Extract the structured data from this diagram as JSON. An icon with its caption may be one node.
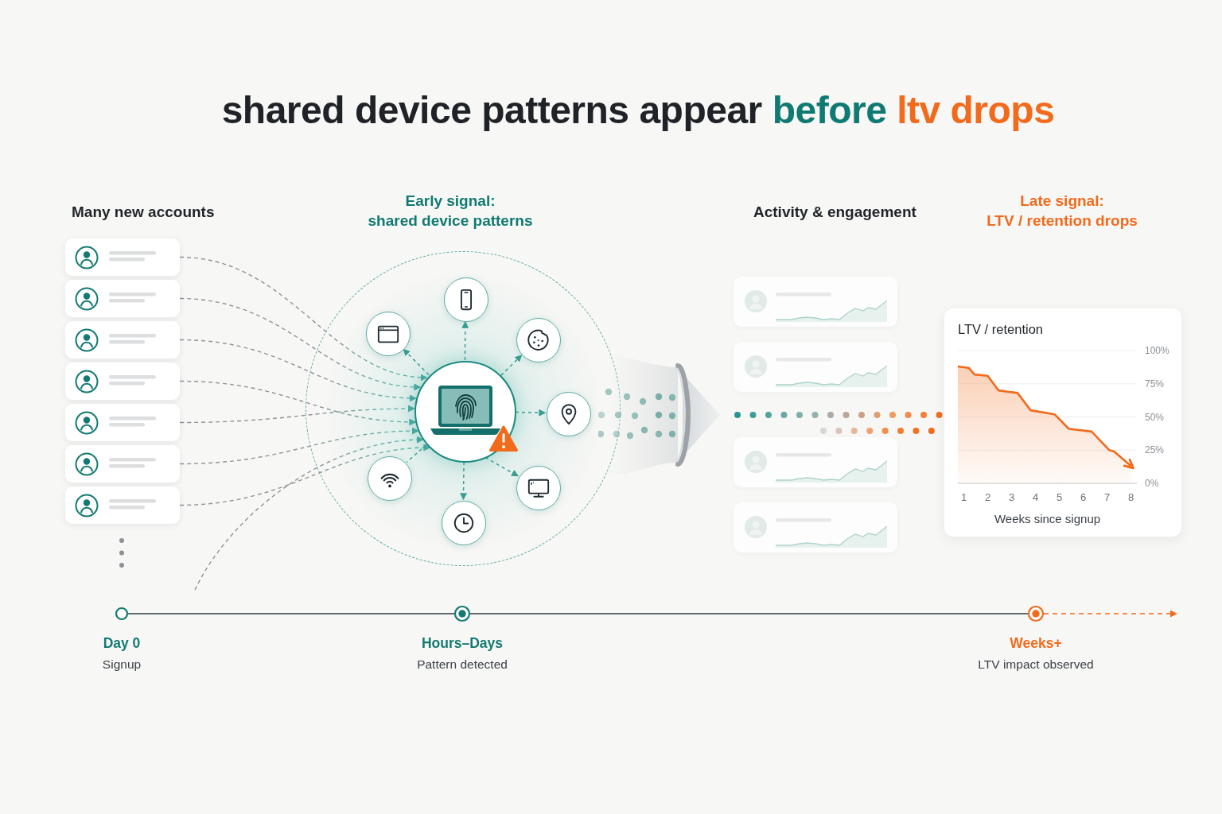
{
  "diagram": {
    "title": "shared device patterns appear before ltv drops",
    "nodes": [
      {
        "text": [],
        "shape": "box"
      },
      {
        "text": [],
        "shape": "box"
      },
      {
        "text": [],
        "shape": "box"
      },
      {
        "text": [],
        "shape": "box"
      },
      {
        "text": [],
        "shape": "box"
      },
      {
        "text": [],
        "shape": "box"
      },
      {
        "text": [],
        "shape": "box"
      },
      {
        "text": [],
        "shape": "circle"
      },
      {
        "text": [],
        "shape": "circle",
        "in": 7
      },
      {
        "text": [],
        "shape": "circle",
        "in": 7
      },
      {
        "text": [],
        "shape": "circle",
        "in": 7
      },
      {
        "text": [],
        "shape": "circle",
        "in": 7
      },
      {
        "text": [],
        "shape": "circle",
        "in": 7
      },
      {
        "text": [],
        "shape": "circle",
        "in": 7
      },
      {
        "text": [],
        "shape": "circle",
        "in": 7
      },
      {
        "text": [],
        "shape": "circle",
        "in": 7
      },
      {
        "text": [],
        "shape": "funnel"
      },
      {
        "text": [],
        "shape": "box"
      },
      {
        "text": [],
        "shape": "box"
      },
      {
        "text": [],
        "shape": "box"
      },
      {
        "text": [],
        "shape": "box"
      },
      {
        "text": [
          "LTV / retention"
        ]
      },
      {
        "text": [],
        "shape": "circle",
        "beside": [
          "Day 0",
          "Signup"
        ]
      },
      {
        "text": [],
        "shape": "circle",
        "beside": [
          "Hours–Days",
          "Pattern detected"
        ]
      },
      {
        "text": [],
        "shape": "circle",
        "beside": [
          "Weeks+",
          "LTV impact observed"
        ]
      }
    ],
    "edges": [
      {
        "from": 0,
        "to": 11,
        "arrow": "to",
        "style": "dashed"
      },
      {
        "from": 1,
        "to": 11,
        "arrow": "to",
        "style": "dashed"
      },
      {
        "from": 2,
        "to": 11,
        "arrow": "to",
        "style": "dashed"
      },
      {
        "from": 3,
        "to": 11,
        "arrow": "to",
        "style": "dashed"
      },
      {
        "from": 4,
        "to": 11,
        "arrow": "to",
        "style": "dashed"
      },
      {
        "from": 5,
        "to": 11,
        "arrow": "to",
        "style": "dashed"
      },
      {
        "from": 6,
        "to": 11,
        "arrow": "to",
        "style": "dashed"
      },
      {
        "from": null,
        "to": 11,
        "arrow": "to",
        "style": "dashed"
      },
      {
        "from": 11,
        "to": 8,
        "arrow": "to",
        "style": "dashed",
        "color": "#3a9e94"
      },
      {
        "from": 11,
        "to": 9,
        "arrow": "to",
        "style": "dashed",
        "color": "#3a9e94"
      },
      {
        "from": 11,
        "to": 10,
        "arrow": "to",
        "style": "dashed",
        "color": "#3a9e94"
      },
      {
        "from": 11,
        "to": 12,
        "arrow": "to",
        "style": "dashed",
        "color": "#3a9e94"
      },
      {
        "from": 11,
        "to": 13,
        "arrow": "none",
        "style": "dashed",
        "color": "#3a9e94"
      },
      {
        "from": 11,
        "to": 14,
        "arrow": "to",
        "style": "dashed",
        "color": "#3a9e94"
      },
      {
        "from": 11,
        "to": 15,
        "arrow": "to",
        "style": "dashed",
        "color": "#3a9e94"
      },
      {
        "from": 16,
        "to": 21,
        "arrow": "none",
        "style": "dashed"
      },
      {
        "from": 22,
        "to": 23,
        "arrow": "none",
        "color": "#2f3b45"
      },
      {
        "from": 23,
        "to": 24,
        "arrow": "none",
        "color": "#2f3b45"
      },
      {
        "from": 24,
        "to": null,
        "arrow": "to",
        "style": "dashed",
        "color": "#f26a1b"
      }
    ],
    "labels": [
      "Many new accounts",
      "Early signal: shared device patterns",
      "Activity & engagement",
      "Late signal: LTV / retention drops"
    ],
    "chart_data": {
      "type": "area",
      "xlabel": "Weeks since signup",
      "x": [
        0.75,
        1.2,
        1.45,
        2.0,
        2.45,
        3.25,
        3.8,
        4.8,
        5.4,
        6.35,
        7.1,
        7.3,
        8.0
      ],
      "series": [
        {
          "color": "#f26a1b",
          "values": [
            88,
            87,
            82,
            81,
            70,
            68,
            55,
            52,
            41,
            39,
            25,
            24,
            13
          ]
        }
      ],
      "xlim": [
        0.75,
        8.25
      ],
      "ylim": [
        0,
        100
      ],
      "xticks": [
        1,
        2,
        3,
        4,
        5,
        6,
        7,
        8
      ],
      "yticks": [
        {
          "value": 0,
          "label": "0%"
        },
        {
          "value": 25,
          "label": "25%"
        },
        {
          "value": 50,
          "label": "50%"
        },
        {
          "value": 75,
          "label": "75%"
        },
        {
          "value": 100,
          "label": "100%"
        }
      ],
      "grid": true
    }
  }
}
